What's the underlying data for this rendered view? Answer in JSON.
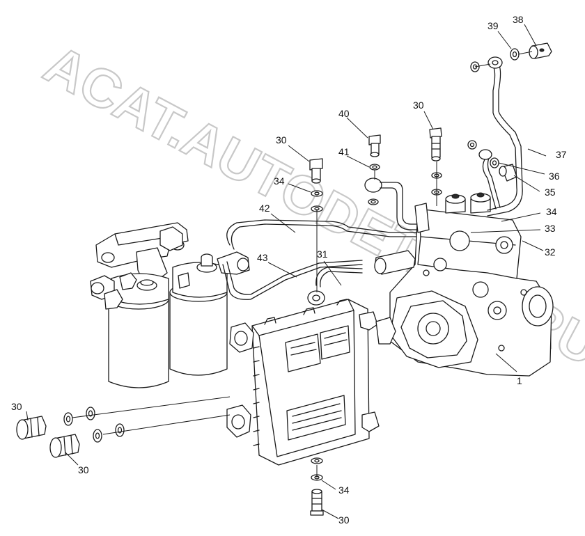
{
  "watermark": "ACAT.AUTODETALR.RU",
  "callouts": {
    "p1": "1",
    "p30a": "30",
    "p30b": "30",
    "p30c": "30",
    "p30d": "30",
    "p30e": "30",
    "p31": "31",
    "p32": "32",
    "p33": "33",
    "p34a": "34",
    "p34b": "34",
    "p34c": "34",
    "p35": "35",
    "p36": "36",
    "p37": "37",
    "p38": "38",
    "p39": "39",
    "p40": "40",
    "p41": "41",
    "p42": "42",
    "p43": "43"
  },
  "colors": {
    "line": "#1a1a1a",
    "watermark": "#c8c8c8",
    "background": "#ffffff"
  }
}
